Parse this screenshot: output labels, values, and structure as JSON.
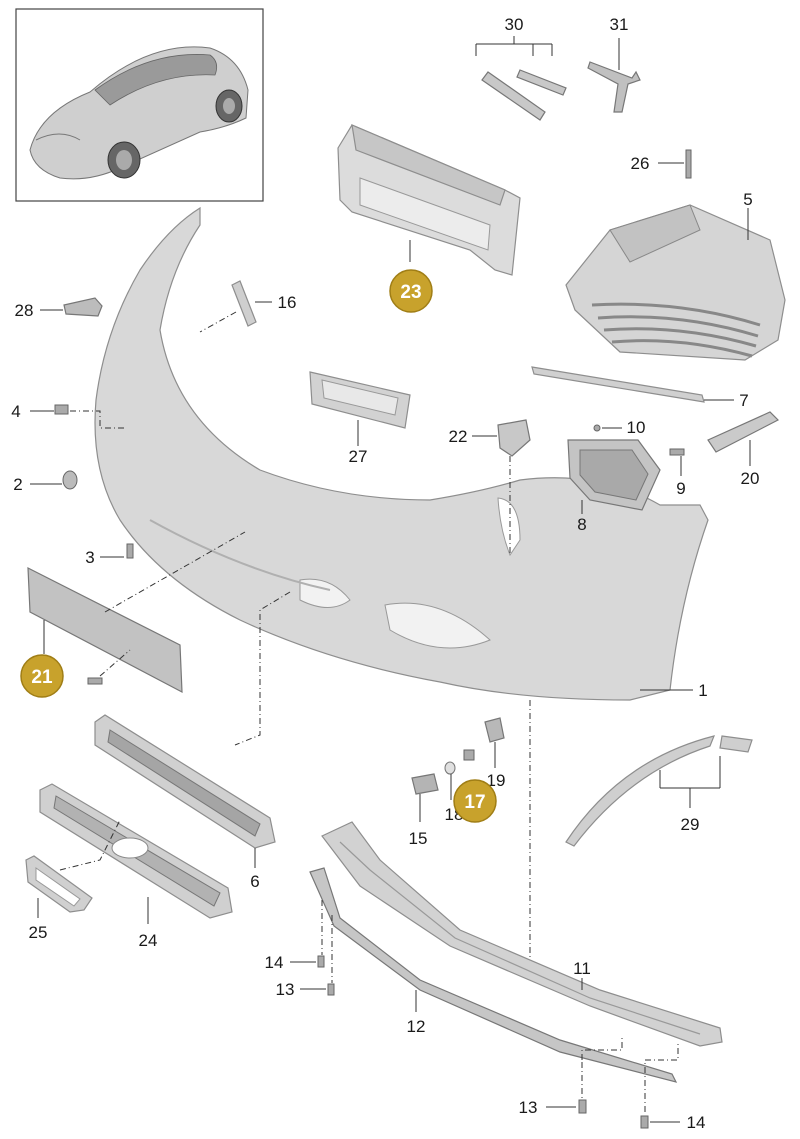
{
  "colors": {
    "part_fill": "#d7d7d7",
    "part_shadow": "#b8b8b8",
    "badge_fill": "#c8a22c",
    "badge_stroke": "#a07e16",
    "line": "#333333"
  },
  "labels": {
    "p1": "1",
    "p2": "2",
    "p3": "3",
    "p4": "4",
    "p5": "5",
    "p6": "6",
    "p7": "7",
    "p8": "8",
    "p9": "9",
    "p10": "10",
    "p11": "11",
    "p12": "12",
    "p13a": "13",
    "p13b": "13",
    "p14a": "14",
    "p14b": "14",
    "p15": "15",
    "p16": "16",
    "p18": "18",
    "p19": "19",
    "p20": "20",
    "p22": "22",
    "p24": "24",
    "p25": "25",
    "p26": "26",
    "p27": "27",
    "p28": "28",
    "p29": "29",
    "p30": "30",
    "p31": "31"
  },
  "badges": {
    "b17": "17",
    "b21": "21",
    "b23": "23"
  },
  "icons": {
    "car_thumbnail": "car-thumbnail-icon"
  }
}
